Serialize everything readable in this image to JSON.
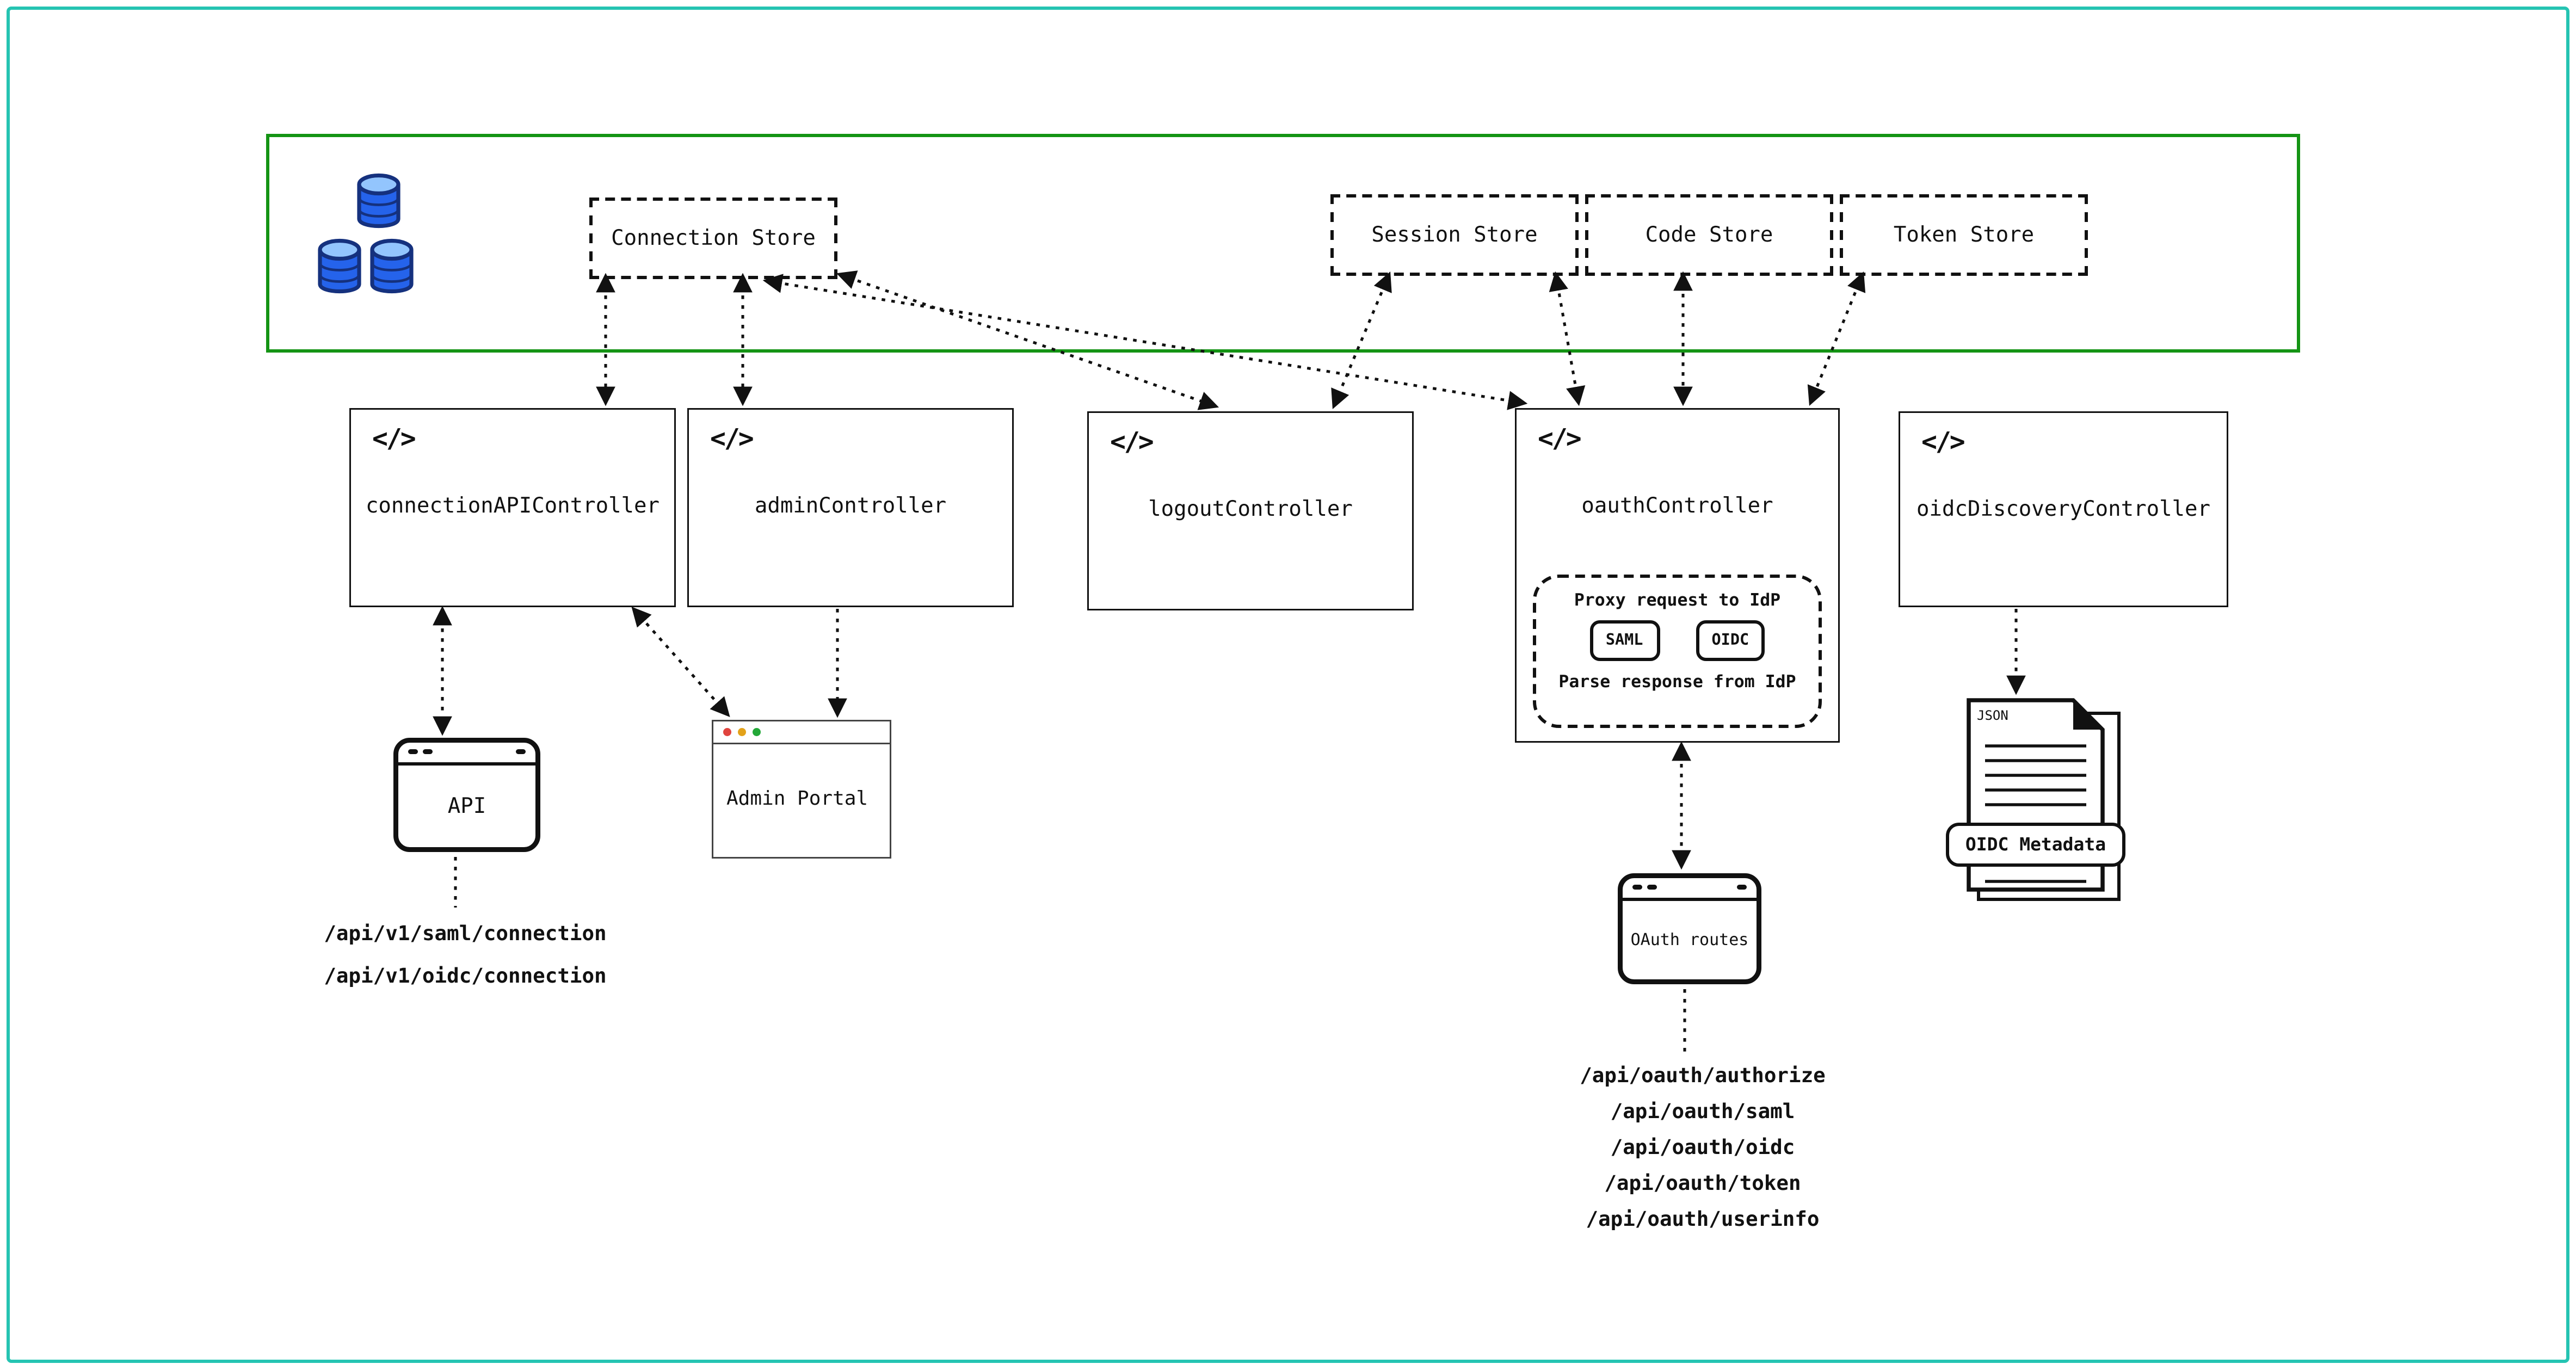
{
  "stores": {
    "connection": {
      "label": "Connection Store"
    },
    "session": {
      "label": "Session Store"
    },
    "code": {
      "label": "Code Store"
    },
    "token": {
      "label": "Token Store"
    }
  },
  "controllers": {
    "connection_api": {
      "label": "connectionAPIController"
    },
    "admin": {
      "label": "adminController"
    },
    "logout": {
      "label": "logoutController"
    },
    "oauth": {
      "label": "oauthController"
    },
    "oidc_discovery": {
      "label": "oidcDiscoveryController"
    }
  },
  "icons": {
    "code_glyph": "</>"
  },
  "oauth_proxy": {
    "request_label": "Proxy request to IdP",
    "saml_label": "SAML",
    "oidc_label": "OIDC",
    "response_label": "Parse response from IdP"
  },
  "clients": {
    "api_window": {
      "label": "API"
    },
    "admin_portal": {
      "label": "Admin Portal"
    },
    "oauth_routes": {
      "label": "OAuth routes"
    },
    "oidc_metadata": {
      "label": "OIDC Metadata",
      "file_type": "JSON"
    }
  },
  "endpoints": {
    "connection_api": [
      "/api/v1/saml/connection",
      "/api/v1/oidc/connection"
    ],
    "oauth": [
      "/api/oauth/authorize",
      "/api/oauth/saml",
      "/api/oauth/oidc",
      "/api/oauth/token",
      "/api/oauth/userinfo"
    ]
  },
  "colors": {
    "frame_teal": "#25c4b2",
    "store_zone_green": "#149414",
    "database_blue": "#2563eb",
    "database_blue_light": "#93c5fd",
    "dot_red": "#e0443e",
    "dot_yellow": "#e3a21a",
    "dot_green": "#23a838",
    "line_black": "#111111"
  }
}
